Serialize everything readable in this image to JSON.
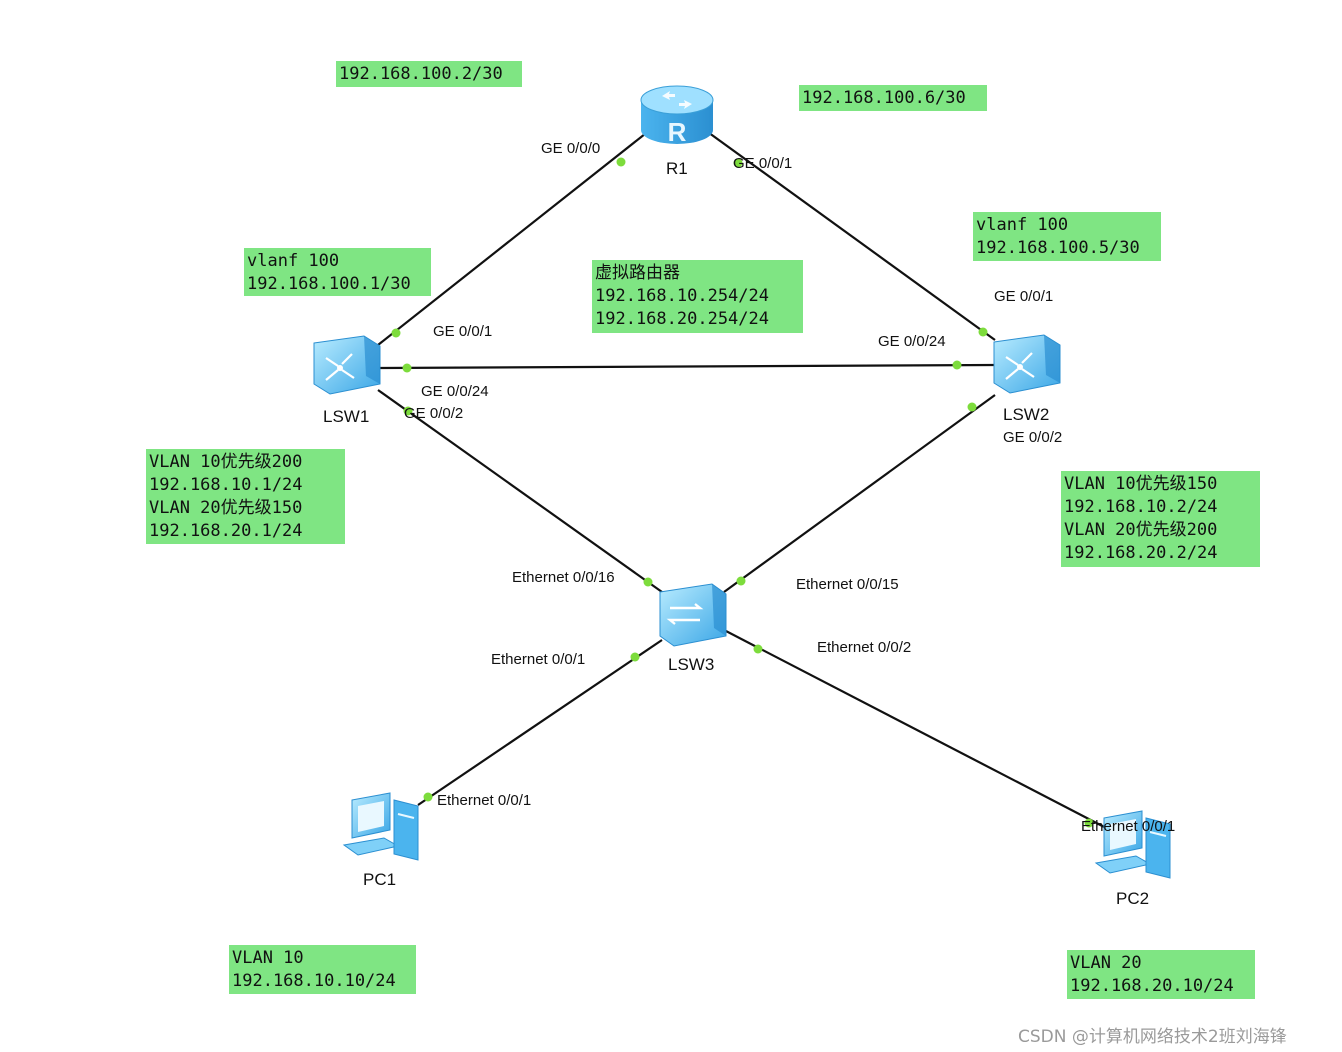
{
  "devices": {
    "r1": "R1",
    "lsw1": "LSW1",
    "lsw2": "LSW2",
    "lsw3": "LSW3",
    "pc1": "PC1",
    "pc2": "PC2"
  },
  "icons": {
    "router": "router-icon",
    "l3switch": "l3-switch-icon",
    "l2switch": "l2-switch-icon",
    "pc": "pc-icon"
  },
  "colors": {
    "note_fill": "#7fe583",
    "port_dot": "#7ddc3c",
    "link": "#111111",
    "device_blue": "#5fc3f5"
  },
  "ports": {
    "r1_ge000": "GE 0/0/0",
    "r1_ge001": "GE 0/0/1",
    "lsw1_ge001": "GE 0/0/1",
    "lsw1_ge0024": "GE 0/0/24",
    "lsw1_ge002": "GE 0/0/2",
    "lsw2_ge001": "GE 0/0/1",
    "lsw2_ge0024": "GE 0/0/24",
    "lsw2_ge002": "GE 0/0/2",
    "lsw3_e0016": "Ethernet 0/0/16",
    "lsw3_e0015": "Ethernet 0/0/15",
    "lsw3_e001": "Ethernet 0/0/1",
    "lsw3_e002": "Ethernet 0/0/2",
    "pc1_e001": "Ethernet 0/0/1",
    "pc2_e001": "Ethernet 0/0/1"
  },
  "notes": {
    "r1_left": [
      "192.168.100.2/30"
    ],
    "r1_right": [
      "192.168.100.6/30"
    ],
    "lsw1_uplink": [
      "vlanf 100",
      "192.168.100.1/30"
    ],
    "lsw2_uplink": [
      "vlanf 100",
      "192.168.100.5/30"
    ],
    "vrrp": [
      "虚拟路由器",
      "192.168.10.254/24",
      "192.168.20.254/24"
    ],
    "lsw1_vlans": [
      "VLAN 10优先级200",
      "192.168.10.1/24",
      "VLAN 20优先级150",
      "192.168.20.1/24"
    ],
    "lsw2_vlans": [
      "VLAN 10优先级150",
      "192.168.10.2/24",
      "VLAN 20优先级200",
      "192.168.20.2/24"
    ],
    "pc1": [
      "VLAN 10",
      "192.168.10.10/24"
    ],
    "pc2": [
      "VLAN 20",
      "192.168.20.10/24"
    ]
  },
  "watermark": "CSDN @计算机网络技术2班刘海锋"
}
